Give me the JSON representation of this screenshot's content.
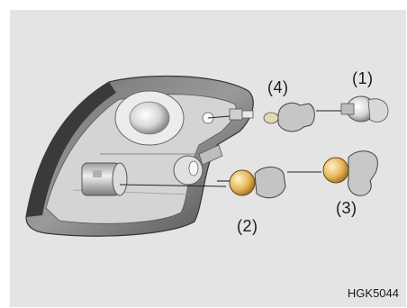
{
  "figure": {
    "code": "HGK5044",
    "callouts": {
      "c1": "(1)",
      "c2": "(2)",
      "c3": "(3)",
      "c4": "(4)"
    }
  },
  "colors": {
    "background": "#e4e4e4",
    "housing_dark": "#5a5a5a",
    "housing_light": "#cfcfcf",
    "socket_gray": "#c8c8c8",
    "bulb_amber": "#e0b050"
  }
}
